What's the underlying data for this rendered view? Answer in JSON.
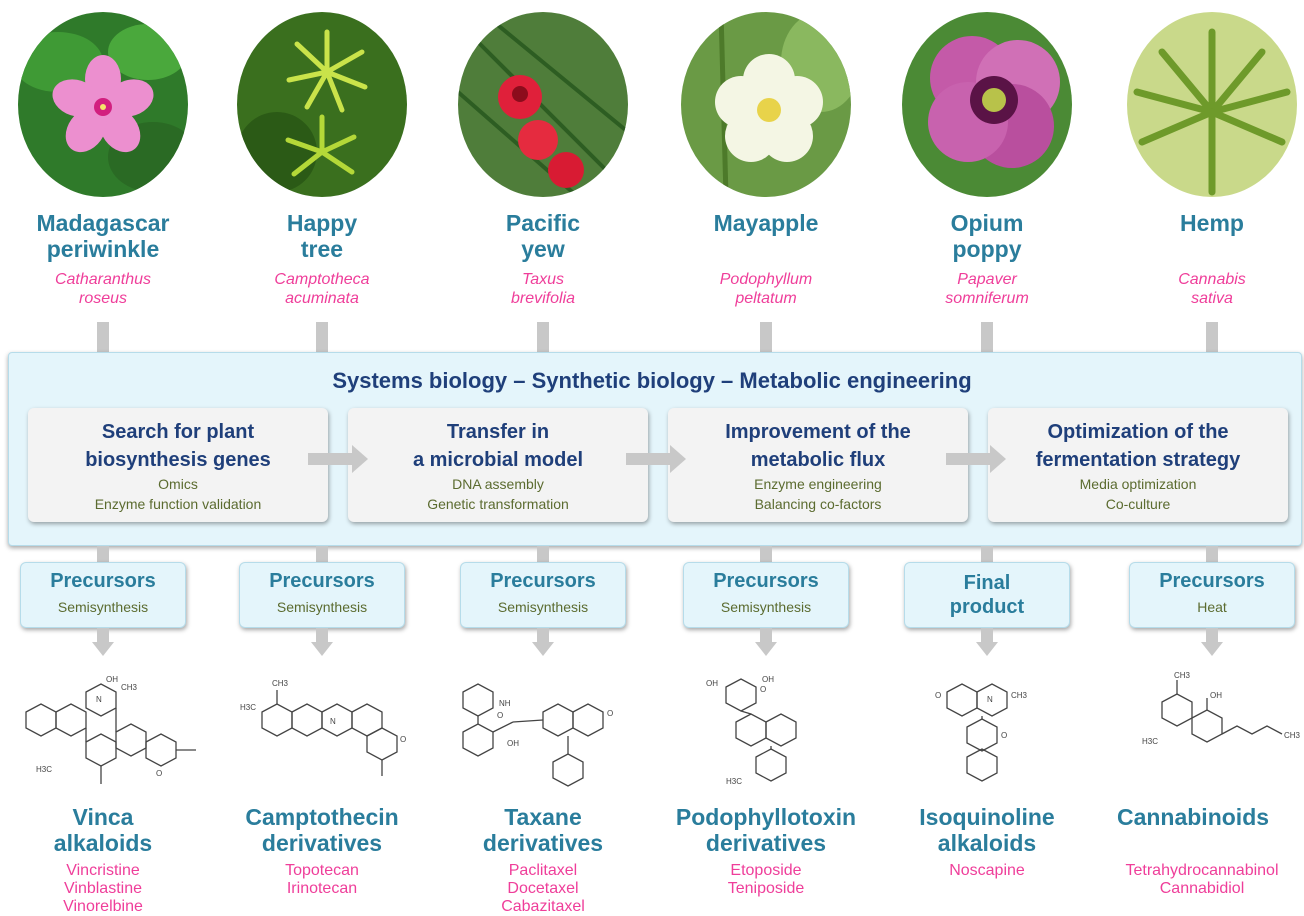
{
  "colors": {
    "common_name": "#2a7d9c",
    "latin_name": "#ef3e9a",
    "panel_title": "#1f3f7a",
    "step_subtitle": "#5b6b2f",
    "panel_fill": "#e4f5fb",
    "arrow": "#c8c8c8"
  },
  "plants": [
    {
      "common": "Madagascar\nperiwinkle",
      "latin": "Catharanthus\nroseus",
      "photo": "pink-flower-icon"
    },
    {
      "common": "Happy\ntree",
      "latin": "Camptotheca\nacuminata",
      "photo": "green-leaf-whorl-icon"
    },
    {
      "common": "Pacific\nyew",
      "latin": "Taxus\nbrevifolia",
      "photo": "red-berries-icon"
    },
    {
      "common": "Mayapple",
      "latin": "Podophyllum\npeltatum",
      "photo": "white-flower-icon"
    },
    {
      "common": "Opium\npoppy",
      "latin": "Papaver\nsomniferum",
      "photo": "purple-poppy-icon"
    },
    {
      "common": "Hemp",
      "latin": "Cannabis\nsativa",
      "photo": "cannabis-leaf-icon"
    }
  ],
  "panel": {
    "title": "Systems biology – Synthetic biology – Metabolic engineering",
    "steps": [
      {
        "title": "Search for plant\nbiosynthesis genes",
        "sub": "Omics\nEnzyme function validation"
      },
      {
        "title": "Transfer in\na microbial model",
        "sub": "DNA assembly\nGenetic transformation"
      },
      {
        "title": "Improvement of the\nmetabolic flux",
        "sub": "Enzyme engineering\nBalancing co-factors"
      },
      {
        "title": "Optimization of the\nfermentation strategy",
        "sub": "Media optimization\nCo-culture"
      }
    ]
  },
  "outputs": [
    {
      "title": "Precursors",
      "sub": "Semisynthesis"
    },
    {
      "title": "Precursors",
      "sub": "Semisynthesis"
    },
    {
      "title": "Precursors",
      "sub": "Semisynthesis"
    },
    {
      "title": "Precursors",
      "sub": "Semisynthesis"
    },
    {
      "title": "Final\nproduct",
      "sub": ""
    },
    {
      "title": "Precursors",
      "sub": "Heat"
    }
  ],
  "classes": [
    {
      "name": "Vinca\nalkaloids",
      "drugs": "Vincristine\nVinblastine\nVinorelbine"
    },
    {
      "name": "Camptothecin\nderivatives",
      "drugs": "Topotecan\nIrinotecan"
    },
    {
      "name": "Taxane\nderivatives",
      "drugs": "Paclitaxel\nDocetaxel\nCabazitaxel"
    },
    {
      "name": "Podophyllotoxin\nderivatives",
      "drugs": "Etoposide\nTeniposide"
    },
    {
      "name": "Isoquinoline\nalkaloids",
      "drugs": "Noscapine"
    },
    {
      "name": "Cannabinoids",
      "drugs": "Tetrahydrocannabinol\nCannabidiol"
    }
  ],
  "molecule_labels": [
    [
      "OH",
      "CH3",
      "H3C",
      "O",
      "N"
    ],
    [
      "CH3",
      "H3C",
      "O",
      "N"
    ],
    [
      "O",
      "NH",
      "OH",
      "O"
    ],
    [
      "O",
      "OH",
      "H3C",
      "OH"
    ],
    [
      "O",
      "N",
      "CH3",
      "O"
    ],
    [
      "CH3",
      "OH",
      "H3C",
      "CH3"
    ]
  ]
}
